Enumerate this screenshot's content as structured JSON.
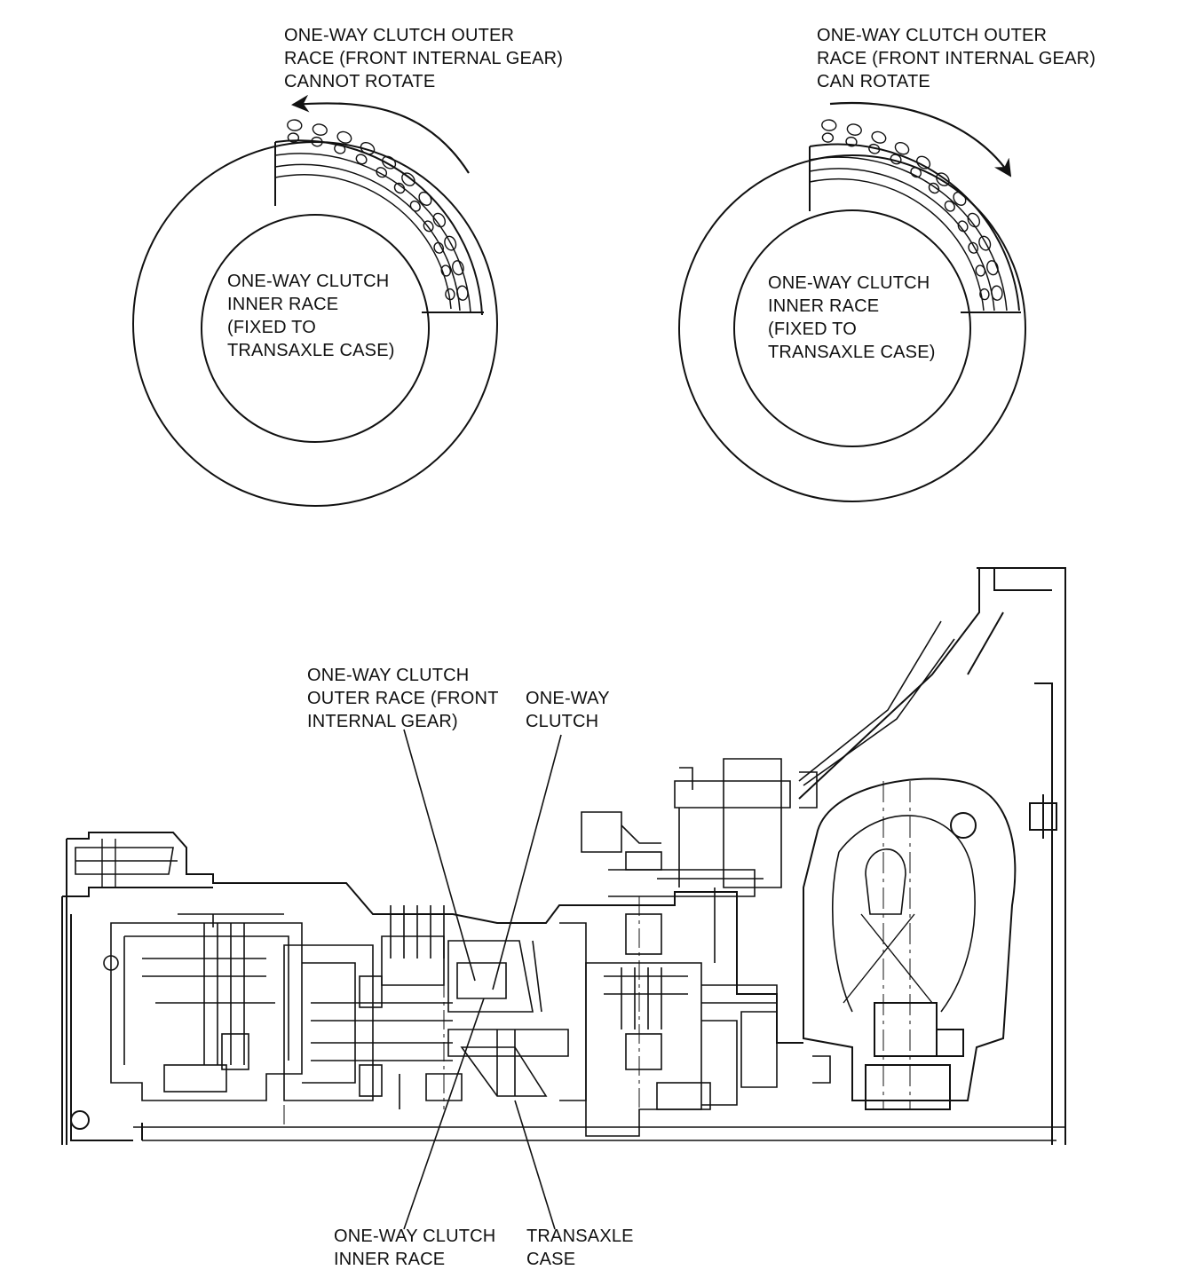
{
  "left_diagram": {
    "outer_race_label": [
      "ONE-WAY CLUTCH OUTER",
      "RACE (FRONT INTERNAL GEAR)",
      "CANNOT ROTATE"
    ],
    "inner_race_label": [
      "ONE-WAY CLUTCH",
      "INNER RACE",
      "(FIXED TO",
      "TRANSAXLE CASE)"
    ],
    "rotation_direction": "counterclockwise"
  },
  "right_diagram": {
    "outer_race_label": [
      "ONE-WAY CLUTCH OUTER",
      "RACE (FRONT INTERNAL GEAR)",
      "CAN ROTATE"
    ],
    "inner_race_label": [
      "ONE-WAY CLUTCH",
      "INNER RACE",
      "(FIXED TO",
      "TRANSAXLE CASE)"
    ],
    "rotation_direction": "clockwise"
  },
  "cross_section": {
    "callouts": {
      "outer_race": [
        "ONE-WAY CLUTCH",
        "OUTER RACE (FRONT",
        "INTERNAL GEAR)"
      ],
      "one_way_clutch": [
        "ONE-WAY",
        "CLUTCH"
      ],
      "inner_race": [
        "ONE-WAY CLUTCH",
        "INNER RACE"
      ],
      "transaxle_case": [
        "TRANSAXLE",
        "CASE"
      ]
    }
  },
  "colors": {
    "ink": "#111111",
    "background": "#ffffff"
  }
}
